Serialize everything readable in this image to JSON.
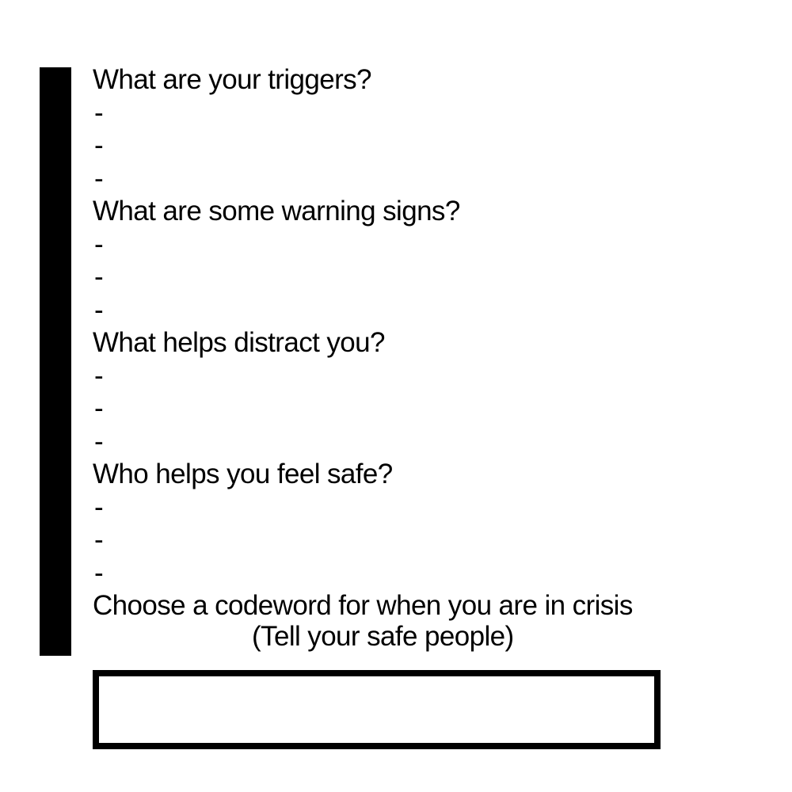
{
  "sections": [
    {
      "question": "What are your triggers?",
      "blanks": [
        "-",
        "-",
        "-"
      ]
    },
    {
      "question": "What are some warning signs?",
      "blanks": [
        "-",
        "-",
        "-"
      ]
    },
    {
      "question": "What helps distract you?",
      "blanks": [
        "-",
        "-",
        "-"
      ]
    },
    {
      "question": "Who helps you feel safe?",
      "blanks": [
        "-",
        "-",
        "-"
      ]
    }
  ],
  "codeword": {
    "prompt": "Choose a codeword for when you are in crisis",
    "subtitle": "(Tell your safe people)",
    "value": ""
  },
  "colors": {
    "accent_bar": "#000000",
    "text": "#000000",
    "background": "#ffffff"
  }
}
